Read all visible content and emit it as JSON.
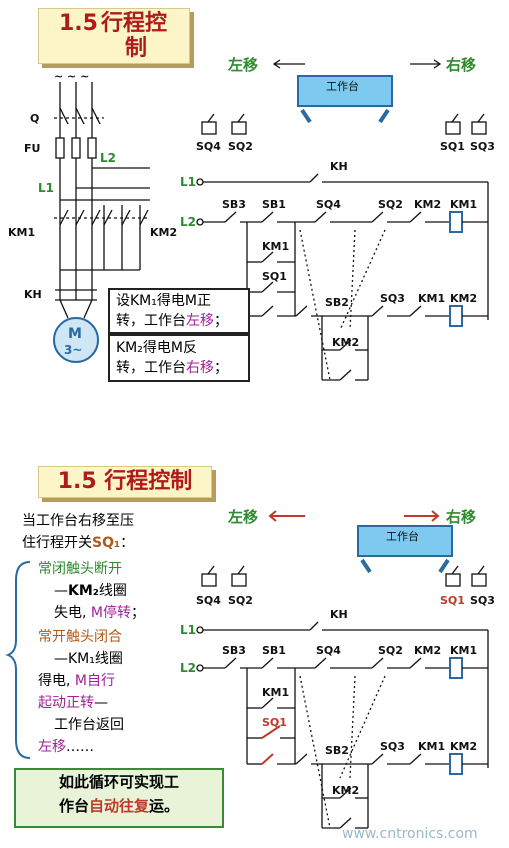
{
  "top": {
    "title_num": "1.5",
    "title_line1": "行程控",
    "title_line2": "制",
    "left_label": "左移",
    "right_label": "右移",
    "table_label": "工作台",
    "supply_symbols": "~ ~ ~",
    "Q": "Q",
    "FU": "FU",
    "L1": "L1",
    "L2": "L2",
    "KM1": "KM1",
    "KM2": "KM2",
    "KH": "KH",
    "motor_m": "M",
    "motor_3": "3~",
    "note_a1": "设KM₁得电M正",
    "note_a2_pre": "转，工作台",
    "note_a2_hl": "左移",
    "note_a2_post": "；",
    "note_b1": "KM₂得电M反",
    "note_b2_pre": "转，工作台",
    "note_b2_hl": "右移",
    "note_b2_post": "；",
    "sw": {
      "SQ4": "SQ4",
      "SQ2": "SQ2",
      "SQ1": "SQ1",
      "SQ3": "SQ3"
    },
    "ctrl": {
      "SB3": "SB3",
      "SB1": "SB1",
      "SB2": "SB2",
      "KM1a": "KM1",
      "KM2a": "KM2",
      "SQ1": "SQ1",
      "SQ2": "SQ2",
      "SQ3": "SQ3",
      "SQ4": "SQ4",
      "KH": "KH",
      "KM1coil": "KM1",
      "KM2coil": "KM2"
    }
  },
  "bottom": {
    "title": "1.5 行程控制",
    "left_label": "左移",
    "right_label": "右移",
    "table_label": "工作台",
    "line1": "当工作台右移至压",
    "line2_pre": "住行程开关",
    "line2_hl": "SQ₁",
    "line2_post": "：",
    "g1": "常闭触头断开",
    "g2_pre": "—",
    "g2_hl": "KM₂",
    "g2_post": "线圈",
    "g3_pre": "失电, ",
    "g3_hl": "M停转",
    "g3_post": "；",
    "o1": "常开触头闭合",
    "o2": "—KM₁线圈",
    "o3_pre": "得电, ",
    "o3_hl": "M自行",
    "o4": "起动正转",
    "o4_post": "—",
    "o5": "工作台返回",
    "o6_hl": "左移",
    "o6_post": "……",
    "loop1_pre": "如此循环可实现工",
    "loop2_pre": "作台",
    "loop2_hl": "自动往复",
    "loop2_post": "运。",
    "watermark": "www.cntronics.com",
    "sw": {
      "SQ4": "SQ4",
      "SQ2": "SQ2",
      "SQ1": "SQ1",
      "SQ3": "SQ3"
    },
    "ctrl": {
      "SB3": "SB3",
      "SB1": "SB1",
      "SB2": "SB2",
      "KM1a": "KM1",
      "KM2a": "KM2",
      "SQ1": "SQ1",
      "SQ2": "SQ2",
      "SQ3": "SQ3",
      "SQ4": "SQ4",
      "KH": "KH",
      "KM1coil": "KM1",
      "KM2coil": "KM2",
      "L1": "L1",
      "L2": "L2"
    }
  },
  "colors": {
    "title_red": "#b01a1a",
    "green": "#2e8b2e",
    "table": "#7ec9f0"
  }
}
